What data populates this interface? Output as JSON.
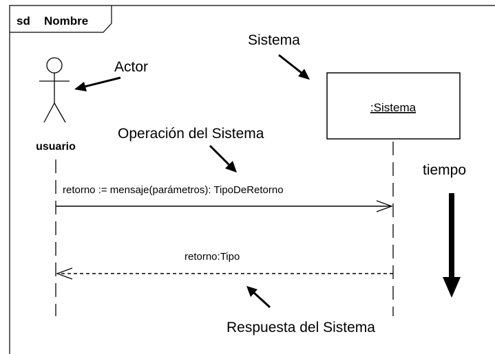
{
  "frame": {
    "label_keyword": "sd",
    "label_name": "Nombre"
  },
  "actor": {
    "name": "usuario",
    "annotation": "Actor"
  },
  "system": {
    "object_label": ":Sistema",
    "annotation": "Sistema"
  },
  "message": {
    "text": "retorno := mensaje(parámetros): TipoDeRetorno",
    "annotation": "Operación del Sistema"
  },
  "reply": {
    "text": "retorno:Tipo",
    "annotation": "Respuesta del Sistema"
  },
  "time": {
    "label": "tiempo"
  }
}
